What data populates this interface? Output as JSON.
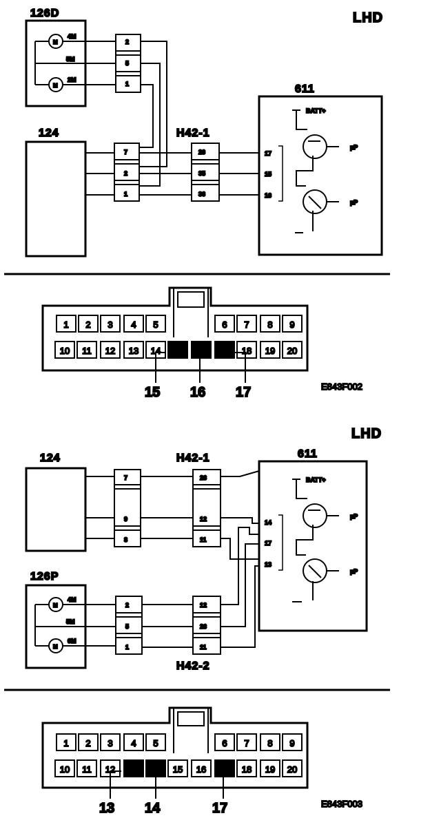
{
  "diagram1": {
    "region_label": "LHD",
    "comp_126": "126D",
    "comp_124": "124",
    "comp_611": "611",
    "conn_h42": "H42-1",
    "motor_top_label": "4M",
    "motor_mid_label": "5M",
    "motor_bot_label": "2M",
    "motor_symbol": "M",
    "c126_pins": [
      "2",
      "5",
      "1"
    ],
    "c124_pins": [
      "7",
      "2",
      "1"
    ],
    "h42_pins": [
      "26",
      "35",
      "36"
    ],
    "ecu_pins": [
      "17",
      "15",
      "16"
    ],
    "batt_label": "BATT+",
    "up_label": "µP"
  },
  "connector1": {
    "top_row": [
      "1",
      "2",
      "3",
      "4",
      "5",
      "6",
      "7",
      "8",
      "9"
    ],
    "bottom_row": [
      "10",
      "11",
      "12",
      "13",
      "14",
      "",
      "",
      "",
      "18",
      "19",
      "20"
    ],
    "callouts": [
      "15",
      "16",
      "17"
    ],
    "code": "E843F002"
  },
  "diagram2": {
    "region_label": "LHD",
    "comp_124": "124",
    "comp_126": "126P",
    "comp_611": "611",
    "conn_h42_1": "H42-1",
    "conn_h42_2": "H42-2",
    "motor_top_label": "4M",
    "motor_mid_label": "5M",
    "motor_bot_label": "6M",
    "motor_symbol": "M",
    "c124_pins": [
      "7",
      "9",
      "8"
    ],
    "h42_1_pins": [
      "26",
      "12",
      "11"
    ],
    "c126_pins": [
      "2",
      "5",
      "1"
    ],
    "h42_2_pins": [
      "12",
      "26",
      "11"
    ],
    "ecu_pins": [
      "14",
      "17",
      "13"
    ],
    "batt_label": "BATT+",
    "up_label": "µP"
  },
  "connector2": {
    "top_row": [
      "1",
      "2",
      "3",
      "4",
      "5",
      "6",
      "7",
      "8",
      "9"
    ],
    "bottom_row": [
      "10",
      "11",
      "12",
      "",
      "",
      "15",
      "16",
      "",
      "18",
      "19",
      "20"
    ],
    "callouts": [
      "13",
      "14",
      "17"
    ],
    "code": "E843F003"
  }
}
